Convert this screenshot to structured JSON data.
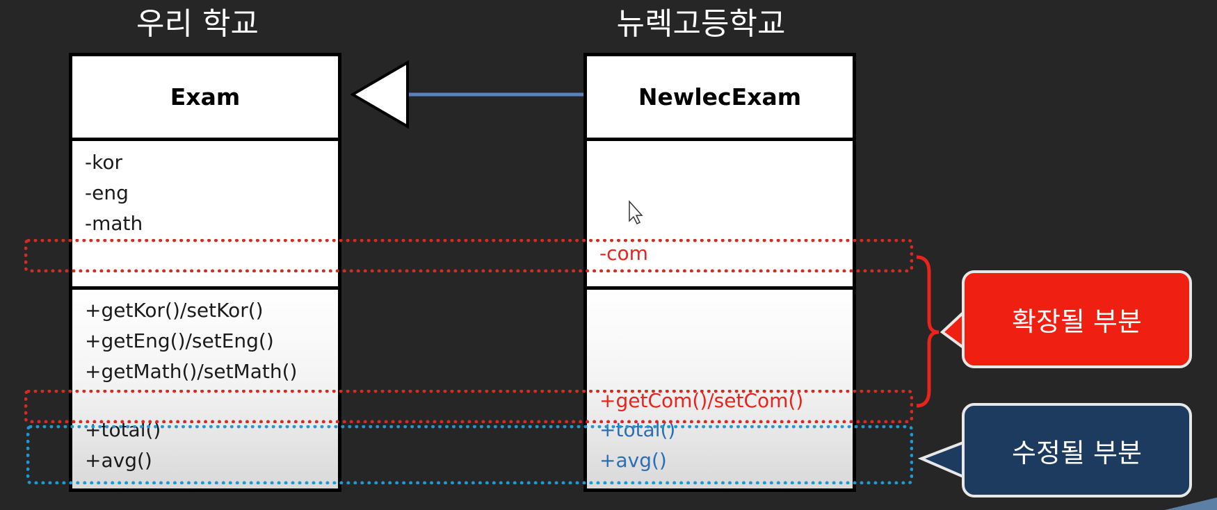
{
  "headings": {
    "left": "우리 학교",
    "right": "뉴렉고등학교"
  },
  "exam_class": {
    "name": "Exam",
    "attributes": [
      "-kor",
      "-eng",
      "-math"
    ],
    "methods": [
      "+getKor()/setKor()",
      "+getEng()/setEng()",
      "+getMath()/setMath()",
      "+total()",
      "+avg()"
    ]
  },
  "newlec_class": {
    "name": "NewlecExam",
    "attributes": [
      "-com"
    ],
    "methods": [
      "+getCom()/setCom()",
      "+total()",
      "+avg()"
    ]
  },
  "callouts": {
    "extended": "확장될 부분",
    "modified": "수정될 부분"
  },
  "colors": {
    "background": "#262626",
    "extension_red": "#e8241c",
    "modified_blue": "#2a6db8",
    "dotted_blue": "#1b9ad6",
    "callout_red": "#ef2012",
    "callout_navy": "#1d3b5f",
    "connector_line": "#5a82c0"
  },
  "icons": {
    "inheritance_arrow": "hollow-triangle-arrowhead",
    "cursor": "mouse-pointer-icon"
  }
}
